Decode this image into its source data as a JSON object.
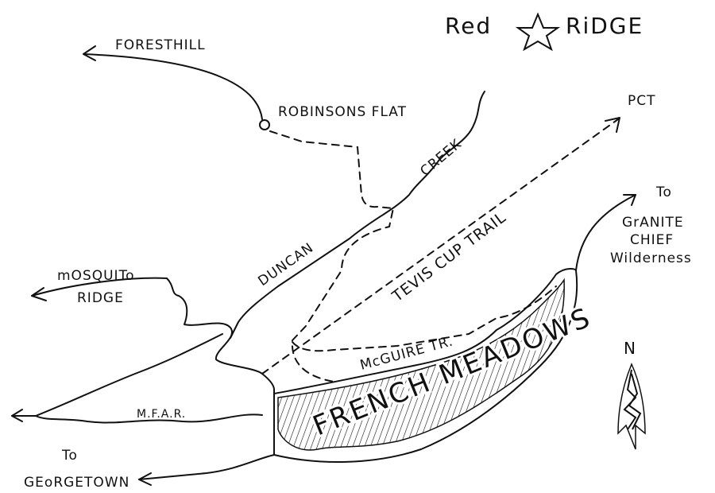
{
  "title": {
    "left": "Red",
    "right": "RiDGE",
    "star_icon": "star"
  },
  "labels": {
    "foresthill": "FORESTHILL",
    "robinsons_flat": "ROBINSONS FLAT",
    "pct": "PCT",
    "creek_upper": "CREEK",
    "creek_lower": "DUNCAN",
    "tevis": "TEVIS CUP TRAIL",
    "mcguire": "McGUIRE  TR.",
    "to_granite": "To",
    "granite": "GrANITE",
    "chief": "CHIEF",
    "wilderness": "Wilderness",
    "mosquito": "mOSQUITo",
    "ridge": "RIDGE",
    "mfar": "M.F.A.R.",
    "to_georgetown": "To",
    "georgetown": "GEoRGETOWN",
    "french_meadows": "FRENCH MEADOWS",
    "north": "N"
  }
}
